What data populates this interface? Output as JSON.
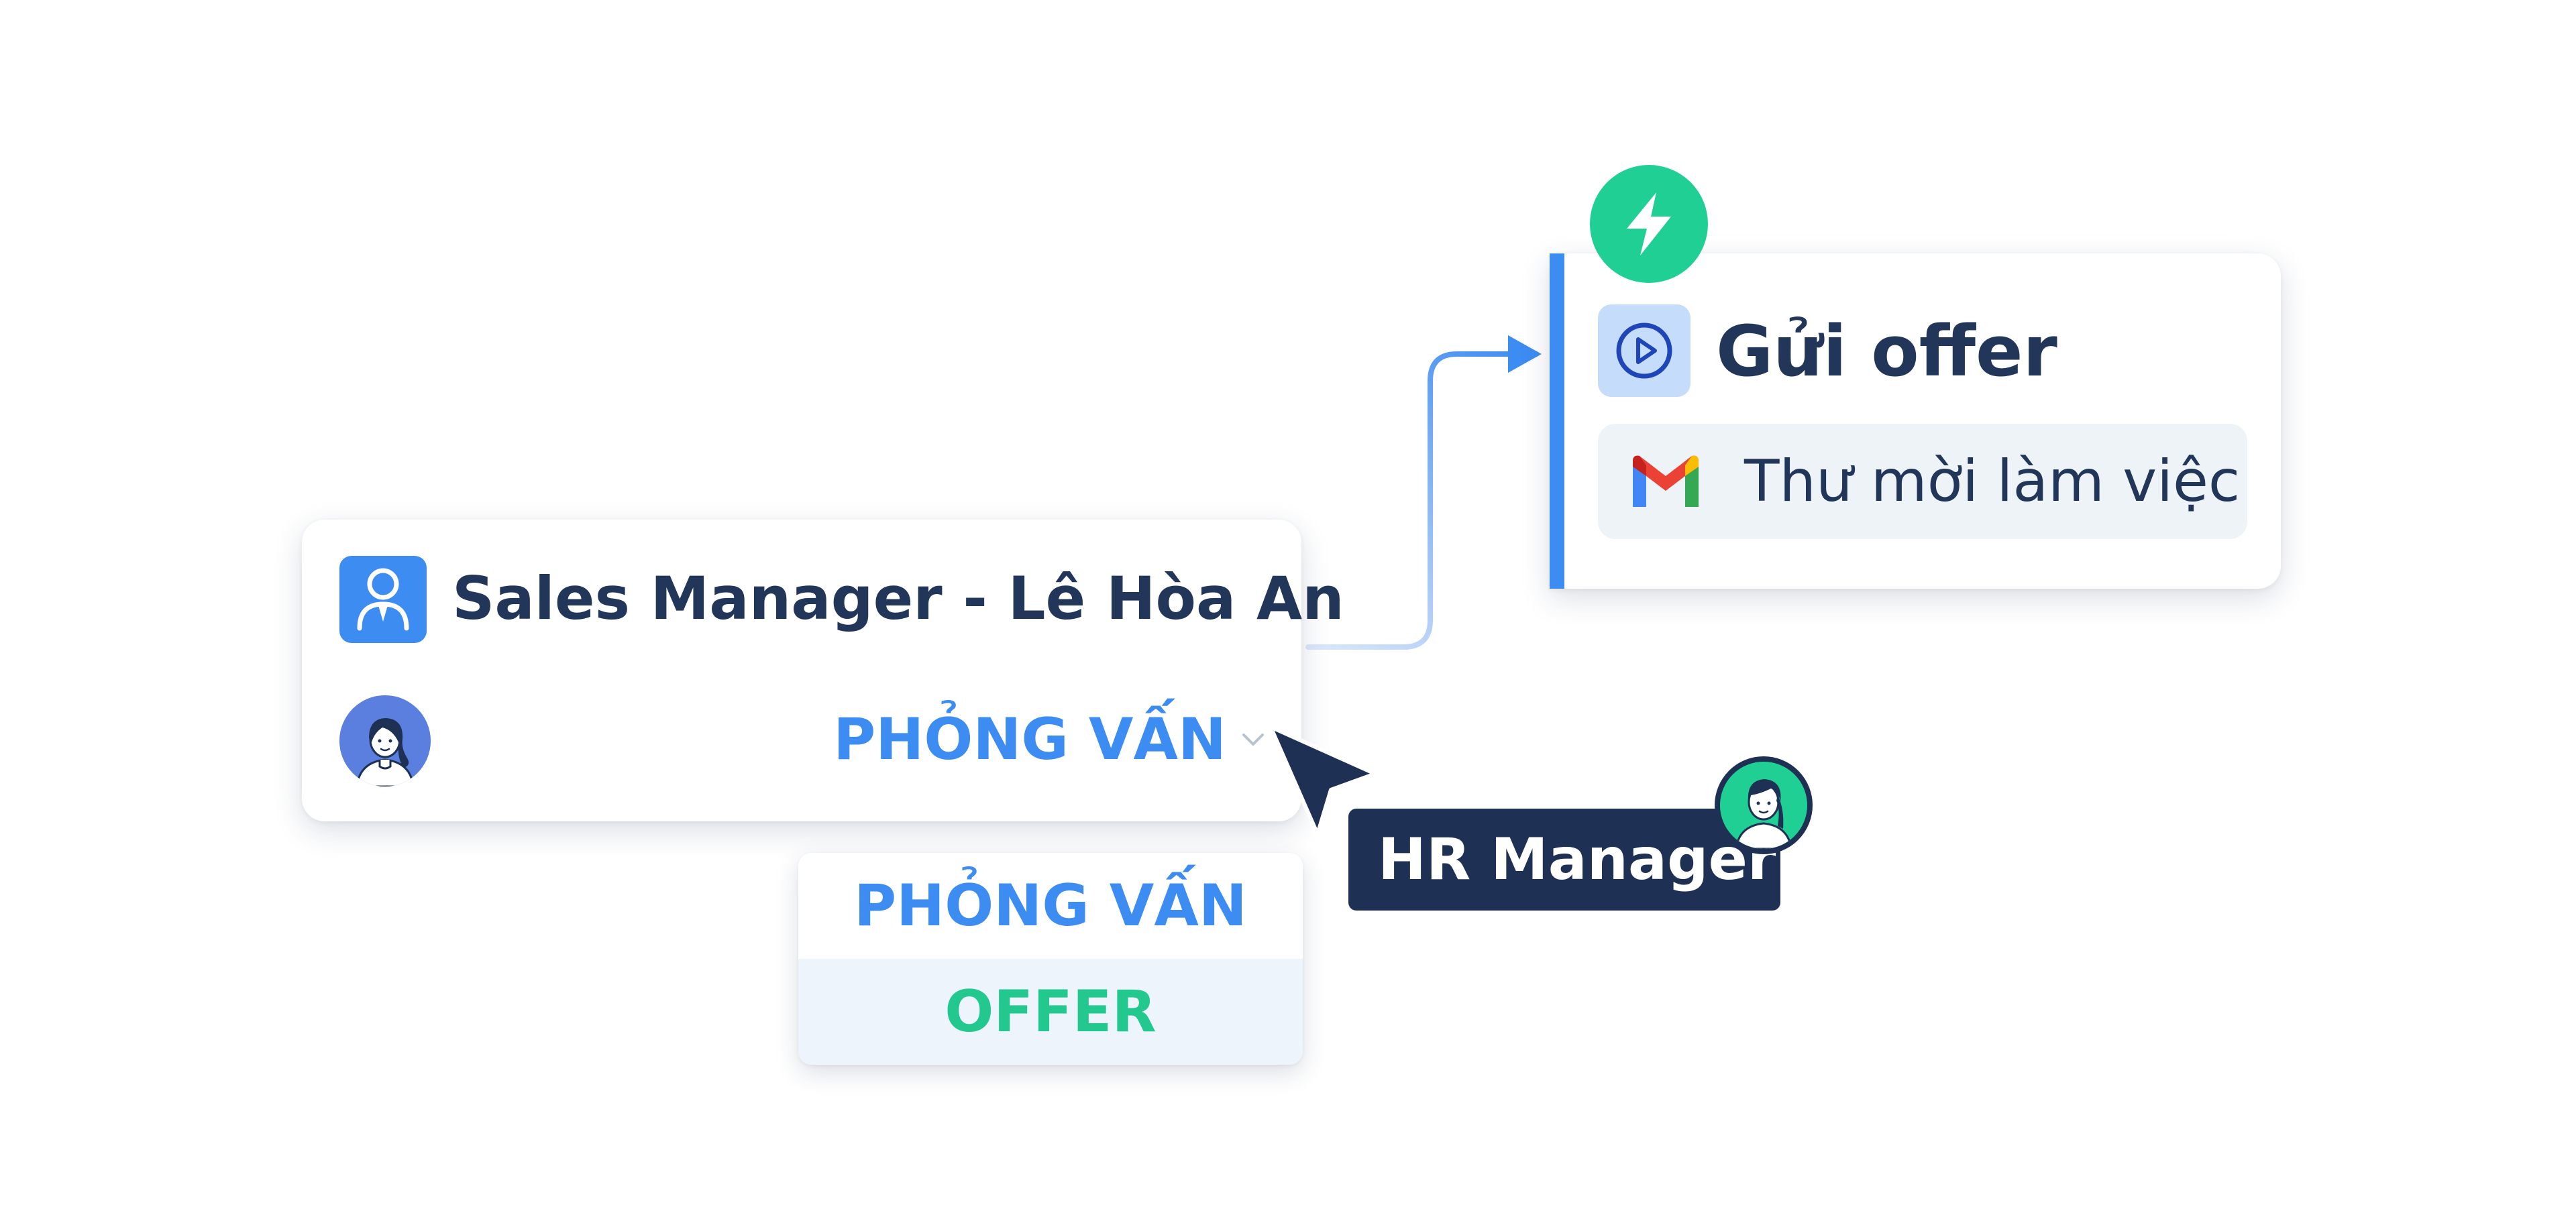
{
  "colors": {
    "primary_blue": "#3d8cf2",
    "navy": "#223659",
    "green": "#1fcf93",
    "offer_green": "#22c88e",
    "tag_bg": "#1e3154",
    "chip_bg": "#eef3f8"
  },
  "candidate_card": {
    "icon": "person-badge-icon",
    "title": "Sales Manager - Lê Hòa An",
    "avatar": "candidate-avatar",
    "stage_value": "PHỎNG VẤN",
    "chevron_icon": "chevron-down-icon"
  },
  "stage_dropdown": {
    "options": [
      "PHỎNG VẤN",
      "OFFER"
    ]
  },
  "action_card": {
    "trigger_icon": "lightning-bolt-icon",
    "action_icon": "play-circle-icon",
    "title": "Gửi offer",
    "template_icon": "gmail-icon",
    "template_label": "Thư mời làm việc"
  },
  "cursor": {
    "icon": "cursor-arrow-icon",
    "user_label": "HR Manager",
    "user_avatar": "hr-avatar"
  }
}
